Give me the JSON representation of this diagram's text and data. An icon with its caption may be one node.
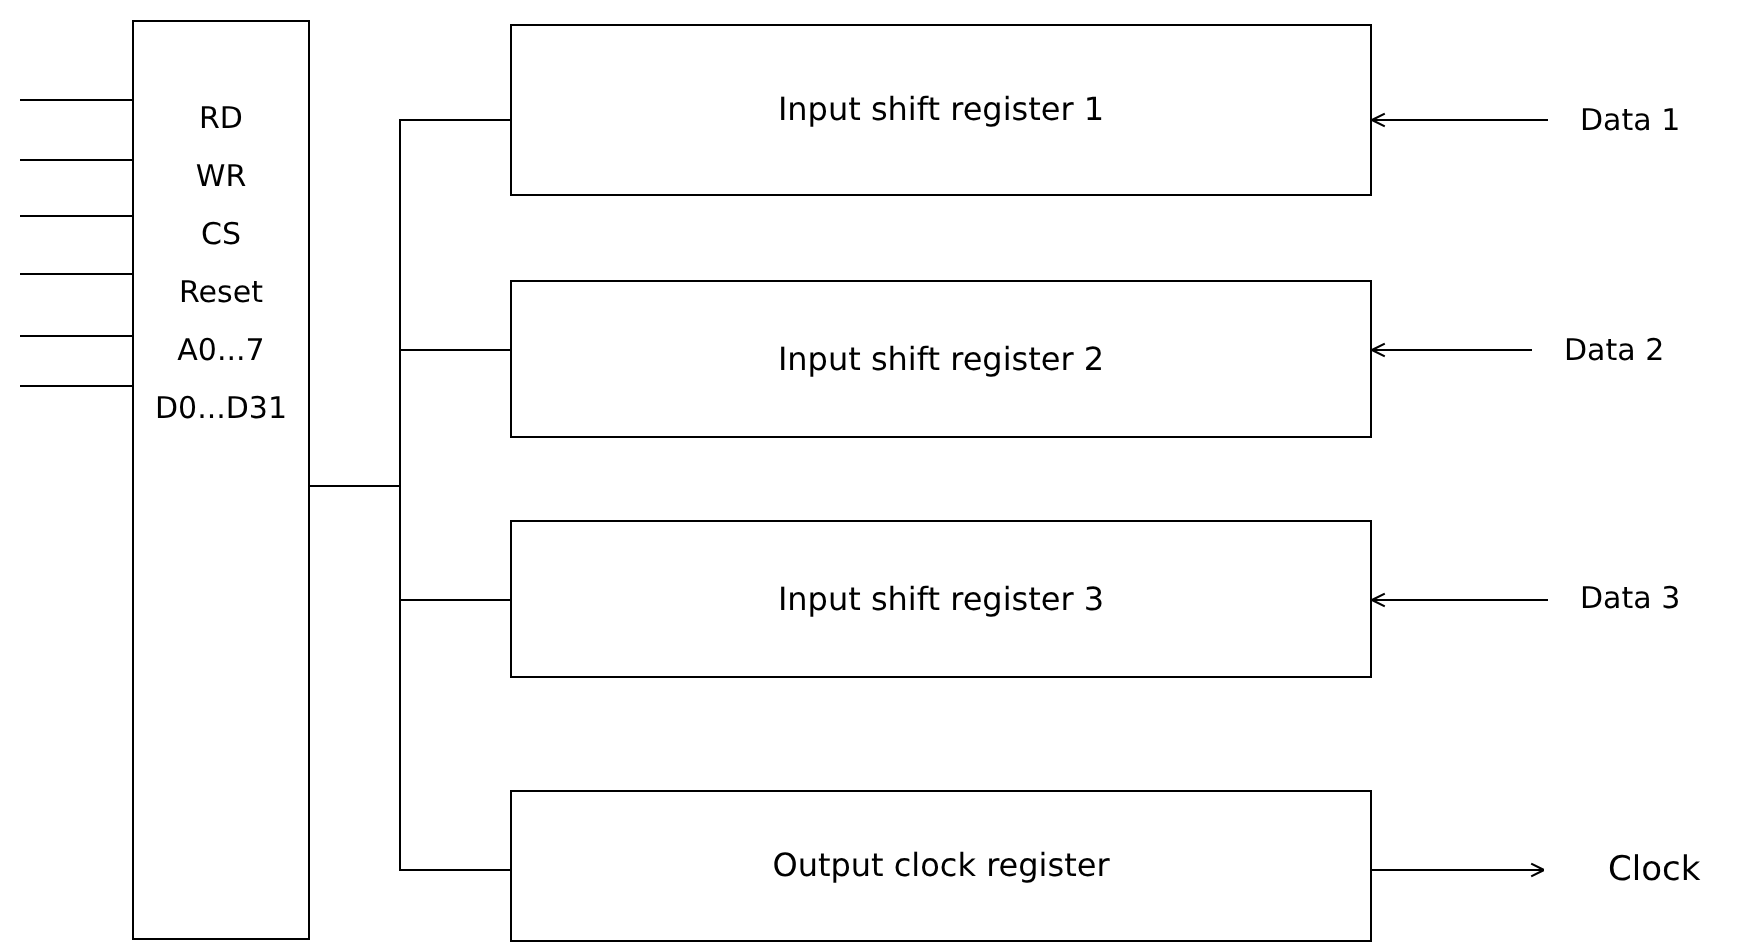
{
  "diagram": {
    "nodes": [
      {
        "text": [
          "RD",
          "WR",
          "CS",
          "Reset",
          "A0...7",
          "D0...D31"
        ]
      },
      {
        "text": [
          "Input shift register 1"
        ]
      },
      {
        "text": [
          "Input shift register 2"
        ]
      },
      {
        "text": [
          "Input shift register 3"
        ]
      },
      {
        "text": [
          "Output clock register"
        ]
      },
      {
        "text": [
          "Data 1"
        ]
      },
      {
        "text": [
          "Data 2"
        ]
      },
      {
        "text": [
          "Data 3"
        ]
      },
      {
        "text": [
          "Clock"
        ]
      }
    ],
    "edges": [
      {
        "from": null,
        "to": 0,
        "arrow": "none"
      },
      {
        "from": null,
        "to": 0,
        "arrow": "none"
      },
      {
        "from": null,
        "to": 0,
        "arrow": "none"
      },
      {
        "from": null,
        "to": 0,
        "arrow": "none"
      },
      {
        "from": null,
        "to": 0,
        "arrow": "none"
      },
      {
        "from": null,
        "to": 0,
        "arrow": "none"
      },
      {
        "from": 0,
        "to": 1,
        "arrow": "none"
      },
      {
        "from": 0,
        "to": 2,
        "arrow": "none"
      },
      {
        "from": 0,
        "to": 3,
        "arrow": "none"
      },
      {
        "from": 0,
        "to": 4,
        "arrow": "none"
      },
      {
        "from": 5,
        "to": 1,
        "arrow": "to"
      },
      {
        "from": 6,
        "to": 2,
        "arrow": "to"
      },
      {
        "from": 7,
        "to": 3,
        "arrow": "to"
      },
      {
        "from": 4,
        "to": 8,
        "arrow": "to"
      }
    ]
  }
}
